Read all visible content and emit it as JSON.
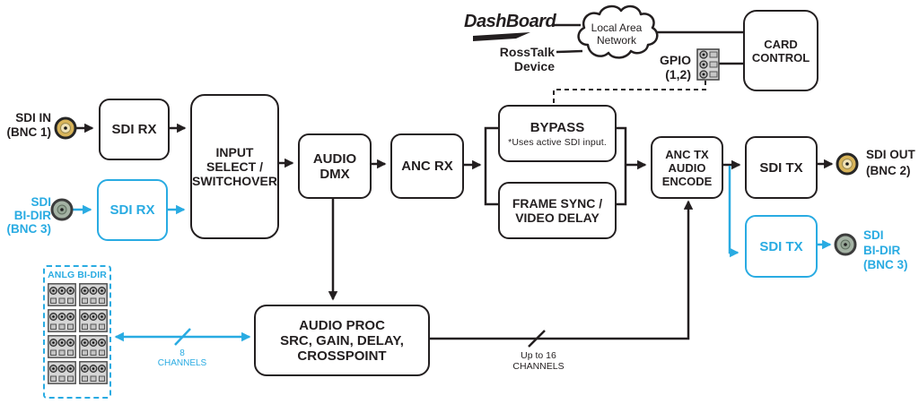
{
  "colors": {
    "accent_cyan": "#29ABE2",
    "line_black": "#231F20"
  },
  "top": {
    "dashboard_logo": "DashBoard",
    "rosstalk_device": "RossTalk\nDevice",
    "cloud_label": "Local Area\nNetwork",
    "gpio_label": "GPIO\n(1,2)",
    "card_control": "CARD\nCONTROL"
  },
  "blocks": {
    "sdi_rx_main": "SDI RX",
    "sdi_rx_bidir": "SDI RX",
    "input_select": "INPUT\nSELECT /\nSWITCHOVER",
    "audio_dmx": "AUDIO\nDMX",
    "anc_rx": "ANC RX",
    "bypass_title": "BYPASS",
    "bypass_note": "*Uses active SDI input.",
    "frame_sync": "FRAME SYNC /\nVIDEO DELAY",
    "anc_tx_audio_encode": "ANC TX\nAUDIO\nENCODE",
    "sdi_tx_main": "SDI TX",
    "sdi_tx_bidir": "SDI TX",
    "audio_proc": "AUDIO PROC\nSRC, GAIN, DELAY,\nCROSSPOINT"
  },
  "ports": {
    "sdi_in": "SDI IN\n(BNC 1)",
    "sdi_bidir_in": "SDI\nBI-DIR\n(BNC 3)",
    "sdi_out": "SDI OUT\n(BNC 2)",
    "sdi_bidir_out": "SDI\nBI-DIR\n(BNC 3)",
    "anlg_bidir": "ANLG BI-DIR"
  },
  "annotations": {
    "channels_8": "8\nCHANNELS",
    "channels_16": "Up to 16\nCHANNELS"
  }
}
